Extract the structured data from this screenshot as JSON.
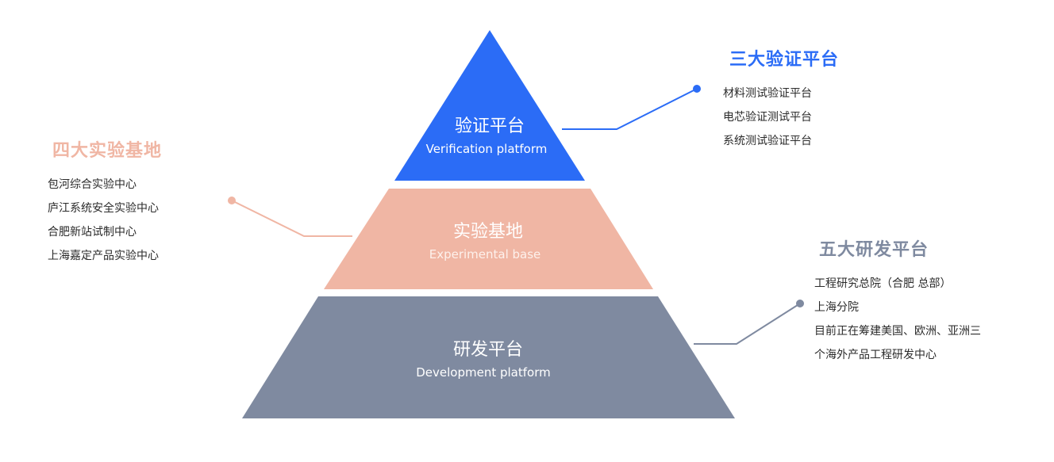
{
  "colors": {
    "verification": "#2b6cf6",
    "experimental": "#f0b6a4",
    "development": "#7f8aa0",
    "connector_blue": "#2b6cf6",
    "connector_pink": "#f0b6a4",
    "connector_gray": "#7f8aa0"
  },
  "pyramid": {
    "top": {
      "title": "验证平台",
      "subtitle": "Verification platform"
    },
    "middle": {
      "title": "实验基地",
      "subtitle": "Experimental base"
    },
    "bottom": {
      "title": "研发平台",
      "subtitle": "Development platform"
    }
  },
  "groups": {
    "verification": {
      "title": "三大验证平台",
      "items": [
        "材料测试验证平台",
        "电芯验证测试平台",
        "系统测试验证平台"
      ]
    },
    "experimental": {
      "title": "四大实验基地",
      "items": [
        "包河综合实验中心",
        "庐江系统安全实验中心",
        "合肥新站试制中心",
        "上海嘉定产品实验中心"
      ]
    },
    "development": {
      "title": "五大研发平台",
      "items": [
        "工程研究总院（合肥 总部）",
        "上海分院",
        "目前正在筹建美国、欧洲、亚洲三",
        "个海外产品工程研发中心"
      ]
    }
  }
}
